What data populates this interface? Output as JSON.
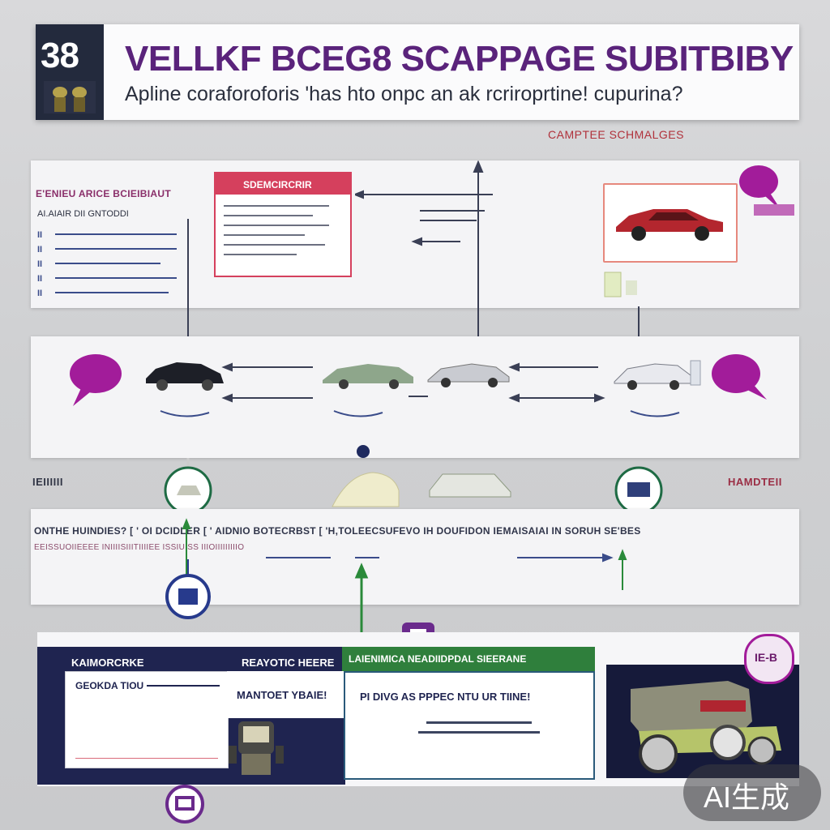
{
  "header": {
    "badge_number": "38",
    "title": "VELLKF BCEG8 SCAPPAGE SUBITBIBY",
    "subtitle": "Apline coraforoforis 'has hto onpc an ak rcriroprtine! cupurina?"
  },
  "top_note": "CAMPTEE SCHMALGES",
  "panel1": {
    "heading": "E'ENIEU ARICE BCIEIBIAUT",
    "subheading": "AI.AIAIR DII GNTODDI",
    "rows": [
      "II",
      "II",
      "II",
      "II",
      "II"
    ],
    "doc_title": "SDEMCIRCRIR"
  },
  "left_side_label": "IEIIIIII",
  "right_side_label": "HAMDTEII",
  "panel3": {
    "line1": "ONTHE    HUINDIES? [ '   OI DCIDLER [ '   AIDNIO BOTECRBST [ 'H,TOLEECSUFEVO IH DOUFIDON IEMAISAIAI IN SORUH SE'BES",
    "line2": "EEISSUOIIEEEE    INIIIISIIITIIIIEE   ISSIUISS   IIIOIIIIIIIIIO"
  },
  "panel4": {
    "navy_left_label": "KAIMORCRKE",
    "card_title": "GEOKDA TIOU",
    "navy_mid_label": "REAYOTIC HEERE",
    "mid_text": "MANTOET YBAIE!",
    "green_label": "LAIENIMICA NEADIIDPDAL SIEERANE",
    "green_body": "PI DIVG AS PPPEC NTU UR TIINE!",
    "badge_label": "IE-B"
  },
  "watermark": "AI生成",
  "colors": {
    "title_purple": "#5a237b",
    "accent_magenta": "#a21c9a",
    "navy": "#1f2450",
    "green": "#2f7f3c",
    "red": "#d5405d"
  }
}
